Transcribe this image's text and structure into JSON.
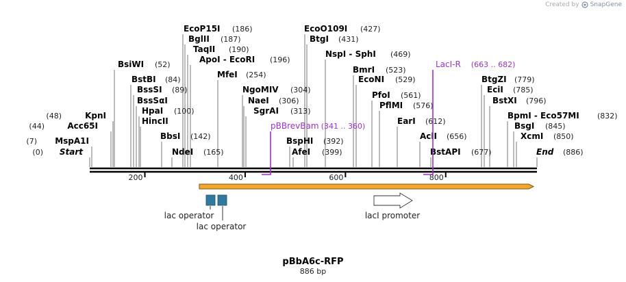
{
  "credit": {
    "created_by": "Created by",
    "brand": "SnapGene"
  },
  "map": {
    "name": "pBbA6c-RFP",
    "length_label": "886 bp",
    "bp_start": 90,
    "bp_end": 982
  },
  "ruler_ticks": [
    {
      "bp": 200,
      "label": "200"
    },
    {
      "bp": 400,
      "label": "400"
    },
    {
      "bp": 600,
      "label": "600"
    },
    {
      "bp": 800,
      "label": "800"
    }
  ],
  "sites": [
    {
      "id": "start",
      "name": "Start",
      "pos": "(0)",
      "italic": true,
      "side": "left"
    },
    {
      "id": "mspa1i",
      "name": "MspA1I",
      "pos": "(7)",
      "side": "left"
    },
    {
      "id": "acc65i",
      "name": "Acc65I",
      "pos": "(44)",
      "side": "left"
    },
    {
      "id": "kpni",
      "name": "KpnI",
      "pos": "(48)",
      "side": "left"
    },
    {
      "id": "bsiwi",
      "name": "BsiWI",
      "pos": "(52)",
      "side": "right"
    },
    {
      "id": "bstbi",
      "name": "BstBI",
      "pos": "(84)",
      "side": "right"
    },
    {
      "id": "bsssi",
      "name": "BssSI",
      "pos": "(89)",
      "side": "right"
    },
    {
      "id": "bsssai",
      "name": "BssSαI",
      "pos": "",
      "side": "right"
    },
    {
      "id": "hpai",
      "name": "HpaI",
      "pos": "(100)",
      "side": "right"
    },
    {
      "id": "hincii",
      "name": "HincII",
      "pos": "",
      "side": "right"
    },
    {
      "id": "bbsi",
      "name": "BbsI",
      "pos": "(142)",
      "side": "right"
    },
    {
      "id": "ndei",
      "name": "NdeI",
      "pos": "(165)",
      "side": "right"
    },
    {
      "id": "ecop15i",
      "name": "EcoP15I",
      "pos": "(186)",
      "side": "right"
    },
    {
      "id": "bglii",
      "name": "BglII",
      "pos": "(187)",
      "side": "right"
    },
    {
      "id": "taqii",
      "name": "TaqII",
      "pos": "(190)",
      "side": "right"
    },
    {
      "id": "apoi",
      "name": "ApoI  - EcoRI",
      "pos": "(196)",
      "side": "right"
    },
    {
      "id": "mfei",
      "name": "MfeI",
      "pos": "(254)",
      "side": "right"
    },
    {
      "id": "ngomiv",
      "name": "NgoMIV",
      "pos": "(304)",
      "side": "right"
    },
    {
      "id": "naei",
      "name": "NaeI",
      "pos": "(306)",
      "side": "right"
    },
    {
      "id": "sgrai",
      "name": "SgrAI",
      "pos": "(313)",
      "side": "right"
    },
    {
      "id": "ecoo109i",
      "name": "EcoO109I",
      "pos": "(427)",
      "side": "right"
    },
    {
      "id": "btgi",
      "name": "BtgI",
      "pos": "(431)",
      "side": "right"
    },
    {
      "id": "nspi",
      "name": "NspI  - SphI",
      "pos": "(469)",
      "side": "right"
    },
    {
      "id": "bsphi",
      "name": "BspHI",
      "pos": "(392)",
      "side": "right"
    },
    {
      "id": "afei",
      "name": "AfeI",
      "pos": "(399)",
      "side": "right"
    },
    {
      "id": "bmri",
      "name": "BmrI",
      "pos": "(523)",
      "side": "right"
    },
    {
      "id": "econi",
      "name": "EcoNI",
      "pos": "(529)",
      "side": "right"
    },
    {
      "id": "pfoi",
      "name": "PfoI",
      "pos": "(561)",
      "side": "right"
    },
    {
      "id": "pflmi",
      "name": "PflMI",
      "pos": "(576)",
      "side": "right"
    },
    {
      "id": "eari",
      "name": "EarI",
      "pos": "(612)",
      "side": "right"
    },
    {
      "id": "acli",
      "name": "AclI",
      "pos": "(656)",
      "side": "right"
    },
    {
      "id": "bstapi",
      "name": "BstAPI",
      "pos": "(677)",
      "side": "right"
    },
    {
      "id": "btgzi",
      "name": "BtgZI",
      "pos": "(779)",
      "side": "right"
    },
    {
      "id": "ecii",
      "name": "EciI",
      "pos": "(785)",
      "side": "right"
    },
    {
      "id": "bstxi",
      "name": "BstXI",
      "pos": "(796)",
      "side": "right"
    },
    {
      "id": "bpmi",
      "name": "BpmI  - Eco57MI",
      "pos": "(832)",
      "side": "right"
    },
    {
      "id": "bsgi",
      "name": "BsgI",
      "pos": "(845)",
      "side": "right"
    },
    {
      "id": "xcmi",
      "name": "XcmI",
      "pos": "(850)",
      "side": "right"
    },
    {
      "id": "end",
      "name": "End",
      "pos": "(886)",
      "italic": true,
      "side": "right"
    }
  ],
  "primers": [
    {
      "id": "pbrrevbam",
      "name": "pBBrevBam",
      "range": "(341 .. 360)",
      "color": "#9b30d9"
    },
    {
      "id": "laci-r",
      "name": "LacI-R",
      "range": "(663 .. 682)",
      "color": "#9b30d9"
    }
  ],
  "features": [
    {
      "id": "lac-operator-1",
      "label": "lac operator",
      "color": "#2e7aa0"
    },
    {
      "id": "lac-operator-2",
      "label": "lac operator",
      "color": "#2e7aa0"
    },
    {
      "id": "laci-promoter",
      "label": "lacI promoter",
      "color": "#ffffff"
    }
  ],
  "orf": {
    "fill": "#f5a623",
    "stroke": "#7a5a1a"
  }
}
